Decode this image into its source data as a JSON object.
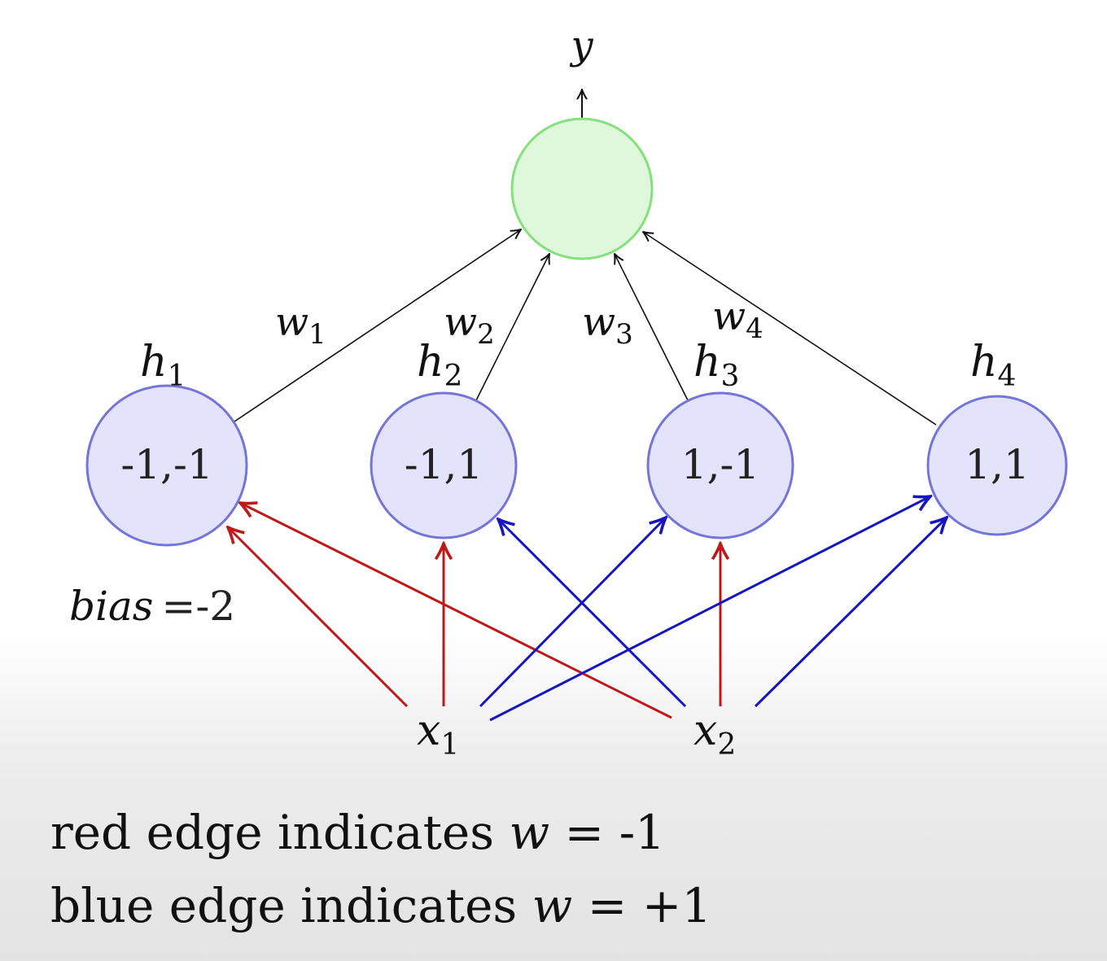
{
  "colors": {
    "output_fill": "#dff7da",
    "output_stroke": "#85e07e",
    "hidden_fill": "#e3e3fb",
    "hidden_stroke": "#7575d9",
    "red_edge": "#c01818",
    "blue_edge": "#1616bf",
    "black_edge": "#111111"
  },
  "output": {
    "label": "y"
  },
  "hidden": [
    {
      "name": "h",
      "sub": "1",
      "value": "-1,-1"
    },
    {
      "name": "h",
      "sub": "2",
      "value": "-1,1"
    },
    {
      "name": "h",
      "sub": "3",
      "value": "1,-1"
    },
    {
      "name": "h",
      "sub": "4",
      "value": "1,1"
    }
  ],
  "weights": [
    {
      "name": "w",
      "sub": "1"
    },
    {
      "name": "w",
      "sub": "2"
    },
    {
      "name": "w",
      "sub": "3"
    },
    {
      "name": "w",
      "sub": "4"
    }
  ],
  "inputs": [
    {
      "name": "x",
      "sub": "1"
    },
    {
      "name": "x",
      "sub": "2"
    }
  ],
  "bias": {
    "name": "bias",
    "value": "=-2"
  },
  "legend": {
    "red": {
      "text": "red edge indicates ",
      "var": "w",
      "value": " = -1"
    },
    "blue": {
      "text": "blue edge indicates ",
      "var": "w",
      "value": " = +1"
    }
  }
}
